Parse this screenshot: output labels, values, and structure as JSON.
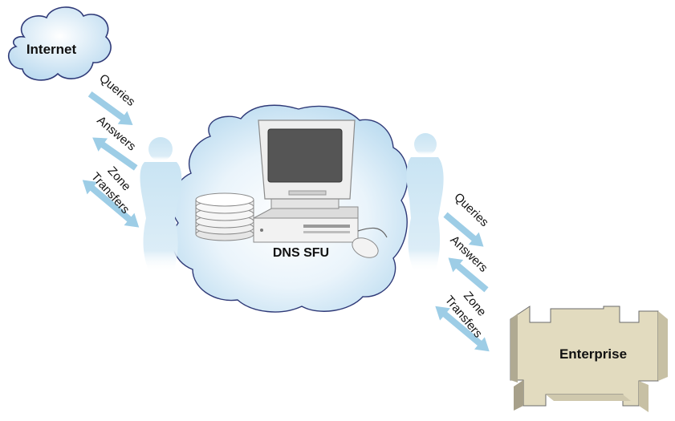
{
  "nodes": {
    "internet": {
      "label": "Internet"
    },
    "server": {
      "label": "DNS SFU"
    },
    "enterprise": {
      "label": "Enterprise"
    }
  },
  "flows": {
    "left": {
      "queries": "Queries",
      "answers": "Answers",
      "zone_line1": "Zone",
      "zone_line2": "Transfers"
    },
    "right": {
      "queries": "Queries",
      "answers": "Answers",
      "zone_line1": "Zone",
      "zone_line2": "Transfers"
    }
  },
  "colors": {
    "arrow": "#9dcde6",
    "cloud_fill": "#d5e9f6",
    "cloud_stroke": "#2f3a78",
    "person": "#c5e2f2",
    "building": "#e3dcc1",
    "monitor_screen": "#555555"
  }
}
